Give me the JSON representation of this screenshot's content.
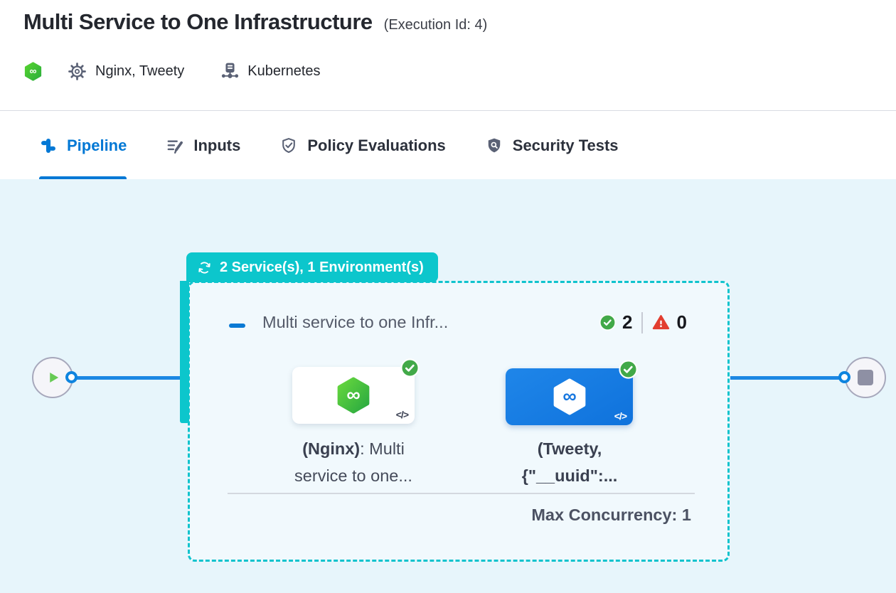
{
  "header": {
    "title": "Multi Service to One Infrastructure",
    "execution_id": "(Execution Id: 4)",
    "services": "Nginx, Tweety",
    "environment": "Kubernetes"
  },
  "tabs": [
    {
      "label": "Pipeline",
      "active": true
    },
    {
      "label": "Inputs",
      "active": false
    },
    {
      "label": "Policy Evaluations",
      "active": false
    },
    {
      "label": "Security Tests",
      "active": false
    }
  ],
  "pipeline": {
    "group_badge": "2 Service(s), 1 Environment(s)",
    "stage": {
      "title": "Multi service to one Infr...",
      "success_count": "2",
      "failed_count": "0",
      "max_concurrency": "Max Concurrency: 1",
      "nodes": [
        {
          "label_bold": "(Nginx)",
          "label_rest": ": Multi",
          "label_line2": "service to one..."
        },
        {
          "label_bold": "(Tweety,",
          "label_rest": "",
          "label_line2": "{\"__uuid\":..."
        }
      ]
    }
  },
  "icons": {
    "code": "</>"
  },
  "colors": {
    "accent_blue": "#0278d5",
    "teal": "#0cc6cc",
    "success_green": "#42a948",
    "error_red": "#e23e30",
    "card_blue": "#1680e4",
    "connector_blue": "#1b87e3",
    "canvas_bg": "#e7f5fb"
  }
}
